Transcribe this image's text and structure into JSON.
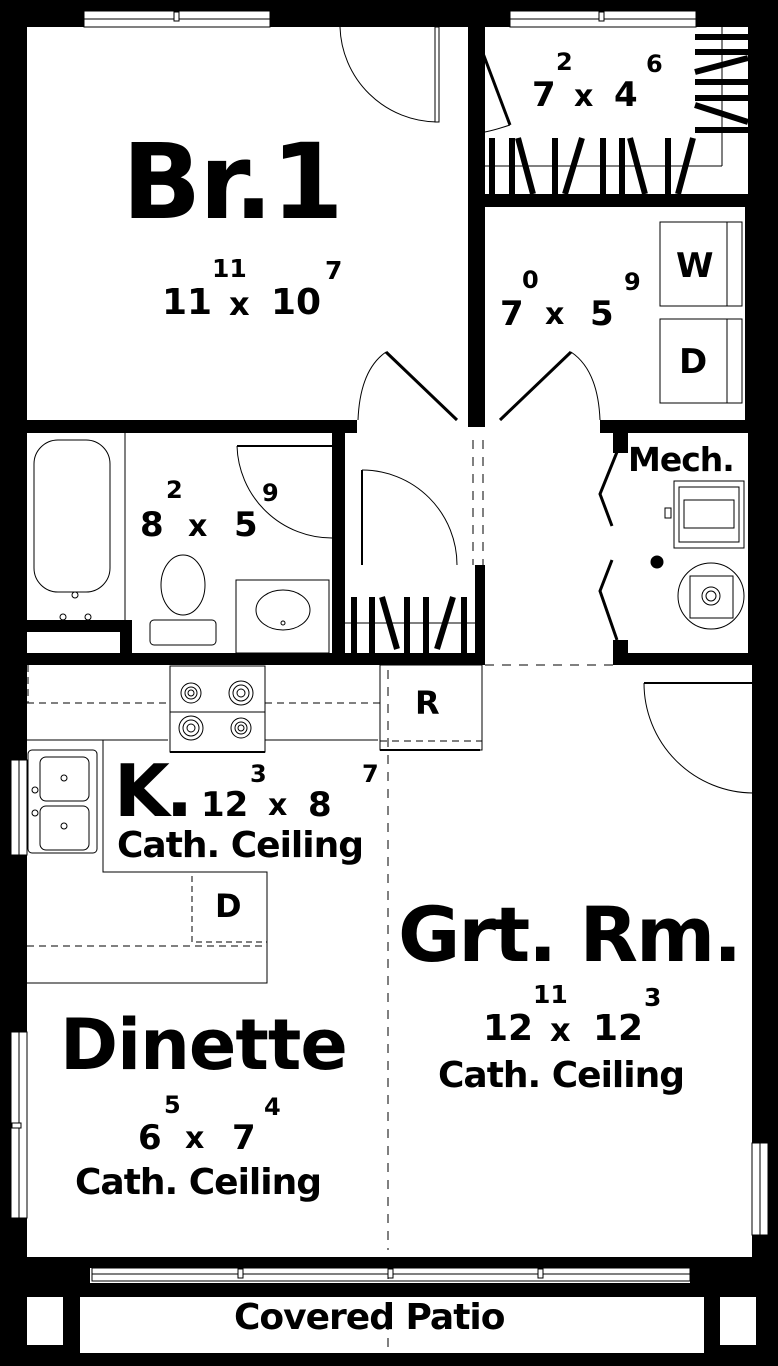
{
  "plan": {
    "colors": {
      "wall": "#000000",
      "floor": "#ffffff",
      "line": "#000000"
    },
    "rooms": [
      {
        "id": "br1",
        "name": "Br.1",
        "width_ft": "11",
        "width_in": "11",
        "x": "x",
        "length_ft": "10",
        "length_in": "7"
      },
      {
        "id": "wic",
        "name": "",
        "width_ft": "7",
        "width_in": "2",
        "x": "x",
        "length_ft": "4",
        "length_in": "6"
      },
      {
        "id": "laundry",
        "name": "",
        "width_ft": "7",
        "width_in": "0",
        "x": "x",
        "length_ft": "5",
        "length_in": "9"
      },
      {
        "id": "bath",
        "name": "",
        "width_ft": "8",
        "width_in": "2",
        "x": "x",
        "length_ft": "5",
        "length_in": "9"
      },
      {
        "id": "mech",
        "name": "Mech."
      },
      {
        "id": "kitchen",
        "name": "K.",
        "width_ft": "12",
        "width_in": "3",
        "x": "x",
        "length_ft": "8",
        "length_in": "7",
        "note": "Cath. Ceiling"
      },
      {
        "id": "grtrm",
        "name": "Grt. Rm.",
        "width_ft": "12",
        "width_in": "11",
        "x": "x",
        "length_ft": "12",
        "length_in": "3",
        "note": "Cath. Ceiling"
      },
      {
        "id": "dinette",
        "name": "Dinette",
        "width_ft": "6",
        "width_in": "5",
        "x": "x",
        "length_ft": "7",
        "length_in": "4",
        "note": "Cath. Ceiling"
      },
      {
        "id": "patio",
        "name": "Covered Patio"
      }
    ],
    "appliances": {
      "washer": "W",
      "dryer": "D",
      "dishwasher": "D",
      "refrigerator": "R"
    }
  }
}
